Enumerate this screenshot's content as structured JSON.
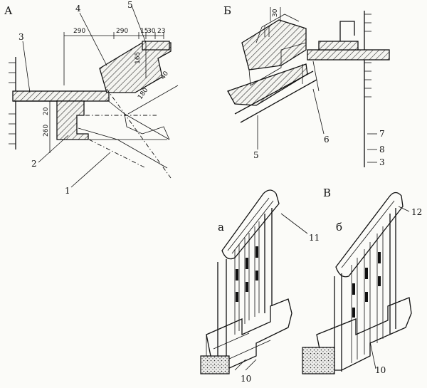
{
  "panels": {
    "a": {
      "label": "А"
    },
    "b": {
      "label": "Б"
    },
    "v": {
      "label": "В"
    },
    "va": {
      "label": "а"
    },
    "vb": {
      "label": "б"
    }
  },
  "dimensions": {
    "d290a": "290",
    "d290b": "290",
    "d15": "15",
    "d30": "30",
    "d23": "23",
    "d165": "165",
    "d180": "180",
    "d40": "40",
    "d20": "20",
    "d260": "260",
    "d30b": "30"
  },
  "callouts": {
    "c1": "1",
    "c2": "2",
    "c3": "3",
    "c4": "4",
    "c5": "5",
    "b5": "5",
    "b6": "6",
    "b7": "7",
    "b8": "8",
    "b3": "3",
    "c10a": "10",
    "c11": "11",
    "c12": "12",
    "c10b": "10"
  }
}
